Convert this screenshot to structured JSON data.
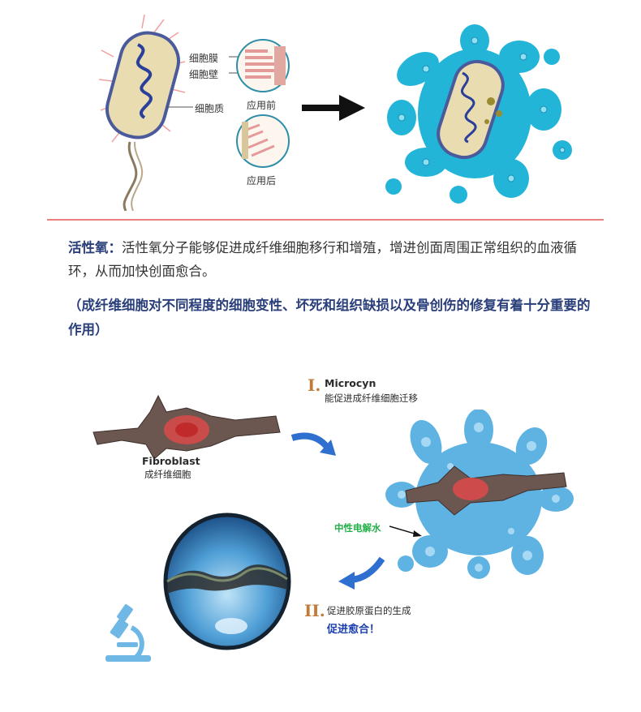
{
  "top_figure": {
    "labels": {
      "membrane": "细胞膜",
      "wall": "细胞壁",
      "cytoplasm": "细胞质",
      "before": "应用前",
      "after": "应用后"
    }
  },
  "text": {
    "term": "活性氧：",
    "description": "活性氧分子能够促进成纤维细胞移行和增殖，增进创面周围正常组织的血液循环，从而加快创面愈合。",
    "note": "（成纤维细胞对不同程度的细胞变性、坏死和组织缺损以及骨创伤的修复有着十分重要的作用）"
  },
  "bottom_figure": {
    "fibroblast_en": "Fibroblast",
    "fibroblast_cn": "成纤维细胞",
    "step1_numeral": "I.",
    "step1_title": "Microcyn",
    "step1_desc": "能促进成纤维细胞迁移",
    "neutral_water": "中性电解水",
    "step2_numeral": "II.",
    "step2_desc": "促进胶原蛋白的生成",
    "step2_result": "促进愈合！"
  },
  "colors": {
    "divider": "#e8807e",
    "term": "#2a3f7a",
    "arrow_blue": "#2f6fd0",
    "cyan_cell": "#22b5d8",
    "green_label": "#24b04a"
  }
}
